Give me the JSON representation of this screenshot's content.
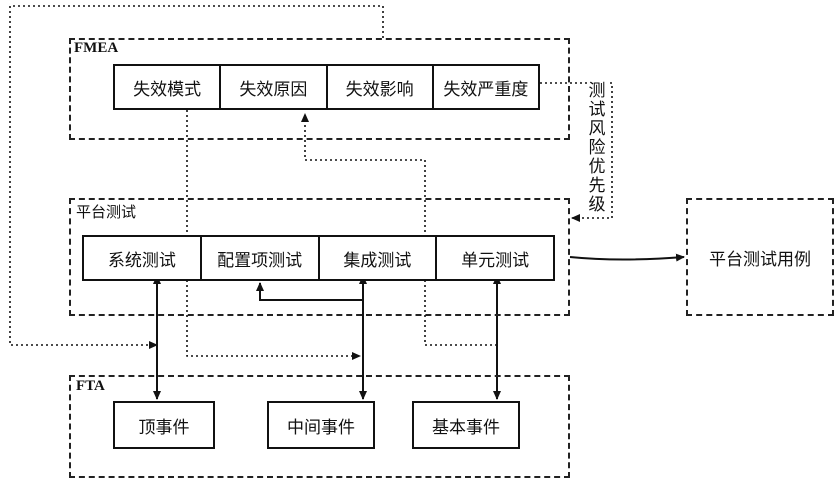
{
  "fmea": {
    "label": "FMEA",
    "cells": [
      "失效模式",
      "失效原因",
      "失效影响",
      "失效严重度"
    ]
  },
  "platform": {
    "label": "平台测试",
    "cells": [
      "系统测试",
      "配置项测试",
      "集成测试",
      "单元测试"
    ]
  },
  "fta": {
    "label": "FTA",
    "events": [
      "顶事件",
      "中间事件",
      "基本事件"
    ]
  },
  "risk_priority_label": "测试风险优先级",
  "output_label": "平台测试用例"
}
